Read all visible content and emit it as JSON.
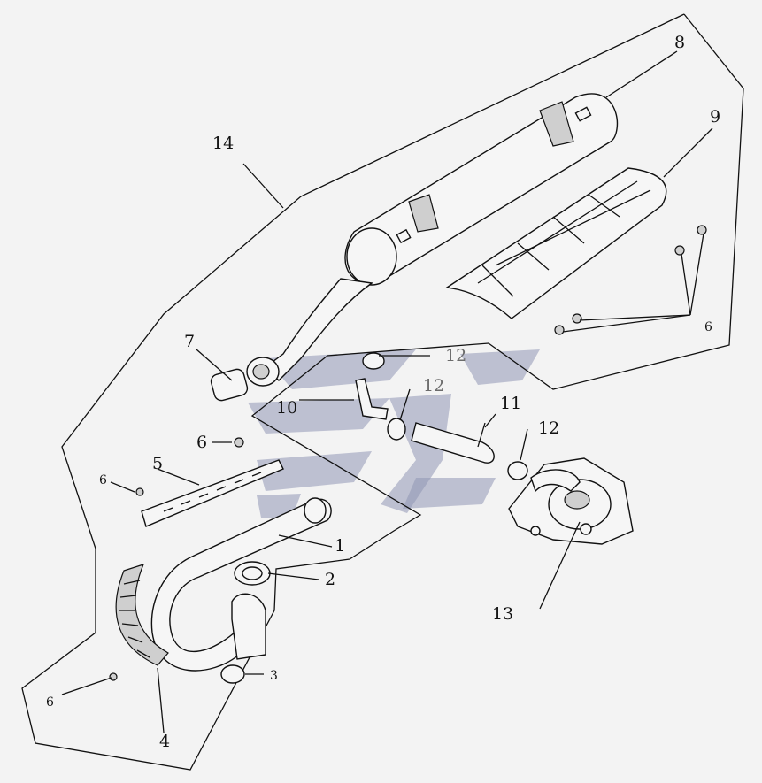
{
  "callouts": {
    "c1": "1",
    "c2": "2",
    "c3": "3",
    "c4": "4",
    "c5": "5",
    "c6a": "6",
    "c6b": "6",
    "c6c": "6",
    "c6d": "6",
    "c7": "7",
    "c8": "8",
    "c9": "9",
    "c10": "10",
    "c11": "11",
    "c12a": "12",
    "c12b": "12",
    "c12c": "12",
    "c13": "13",
    "c14": "14"
  },
  "colors": {
    "line": "#111111",
    "watermark": "#9096b4",
    "background": "#f3f3f3"
  }
}
